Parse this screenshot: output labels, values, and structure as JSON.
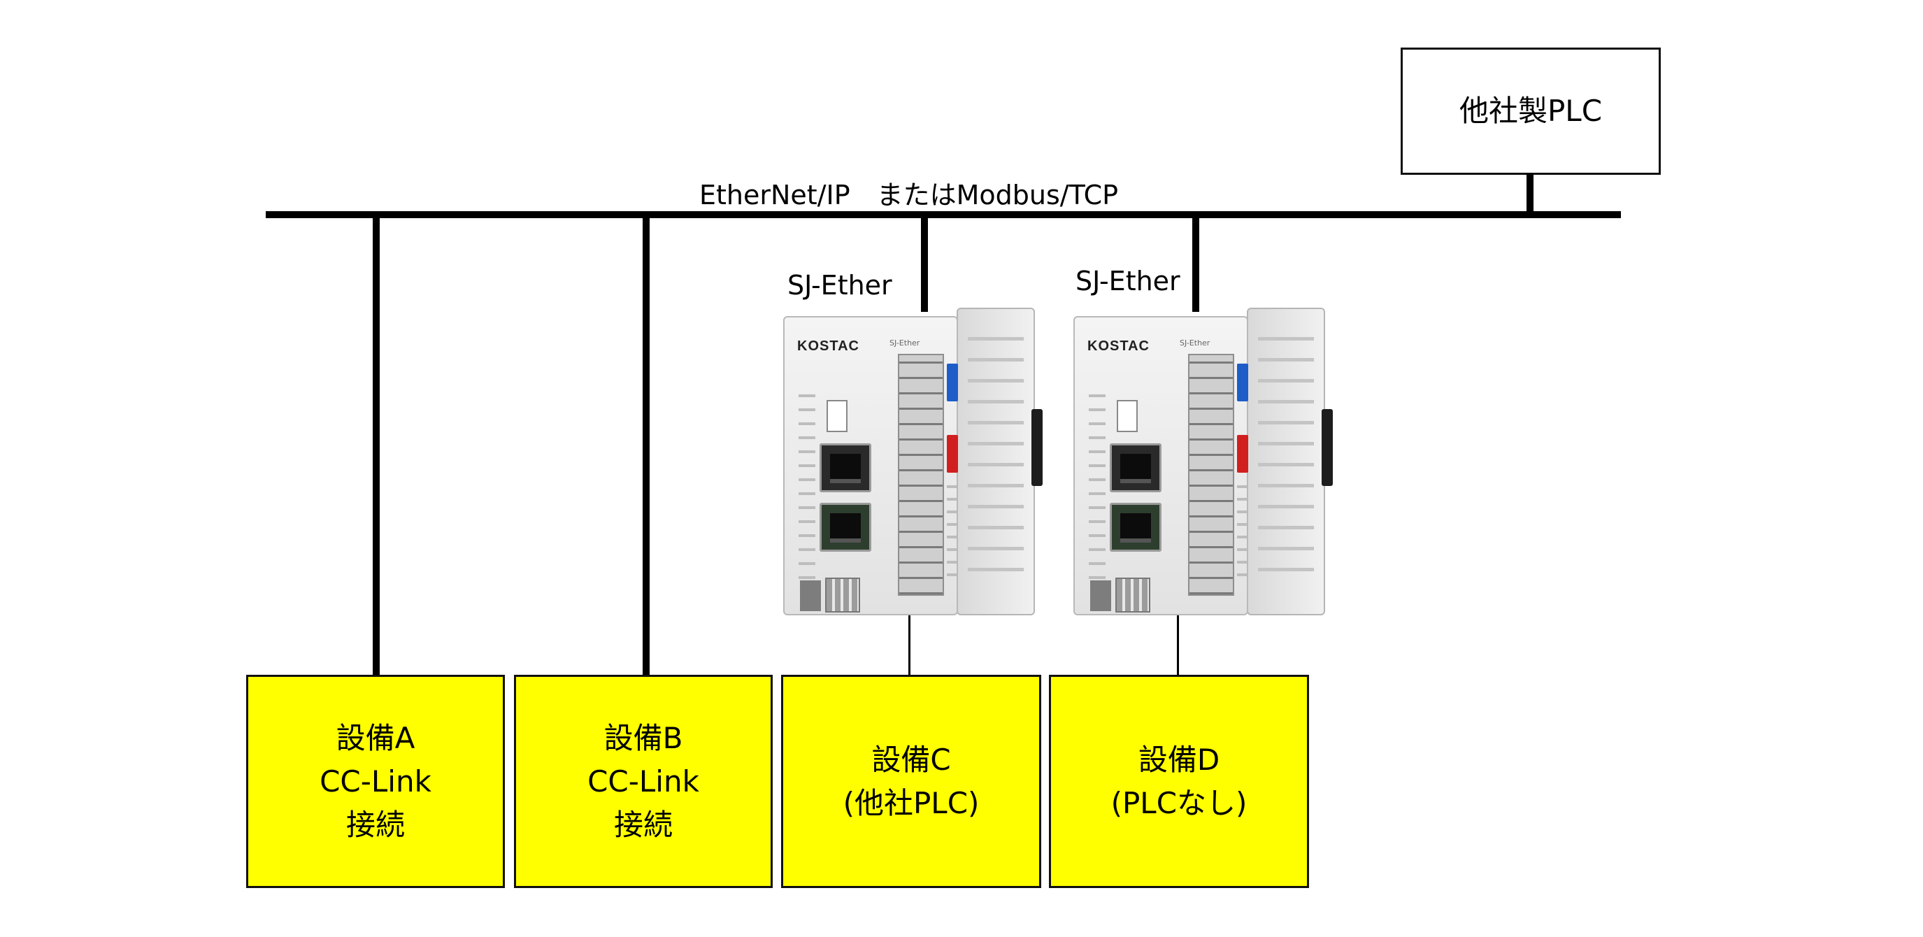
{
  "network": {
    "label": "EtherNet/IP　またはModbus/TCP"
  },
  "external_plc": {
    "label": "他社製PLC"
  },
  "gateways": [
    {
      "label": "SJ-Ether",
      "brand": "KOSTAC",
      "model": "SJ-Ether"
    },
    {
      "label": "SJ-Ether",
      "brand": "KOSTAC",
      "model": "SJ-Ether"
    }
  ],
  "equipment": [
    {
      "lines": [
        "設備A",
        "CC-Link",
        "接続"
      ]
    },
    {
      "lines": [
        "設備B",
        "CC-Link",
        "接続"
      ]
    },
    {
      "lines": [
        "設備C",
        "(他社PLC)"
      ]
    },
    {
      "lines": [
        "設備D",
        "(PLCなし)"
      ]
    }
  ],
  "colors": {
    "equipment_fill": "#ffff00",
    "line": "#000000"
  }
}
